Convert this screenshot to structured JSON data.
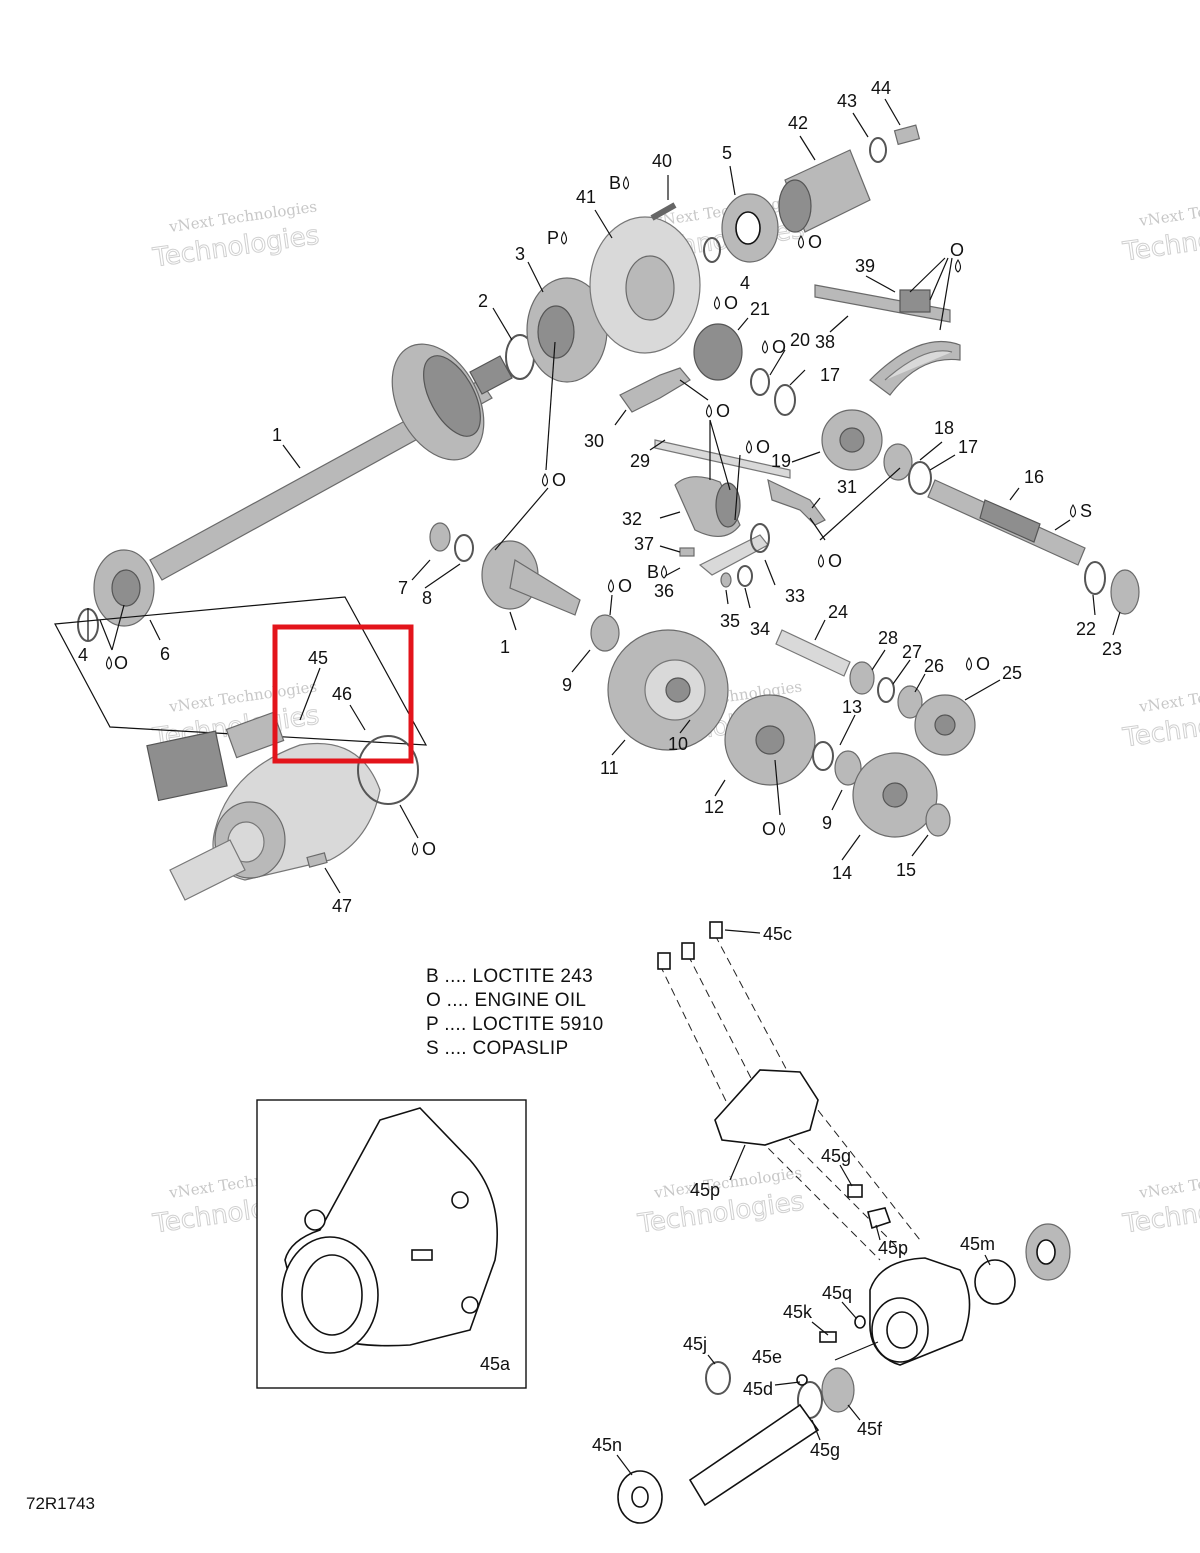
{
  "diagram": {
    "reference_code": "72R1743",
    "watermark_line1": "vNext Technologies",
    "watermark_line2": "Technologies",
    "legend": [
      "B .... LOCTITE 243",
      "O .... ENGINE OIL",
      "P .... LOCTITE 5910",
      "S .... COPASLIP"
    ],
    "callouts": {
      "c1": "1",
      "c1b": "1",
      "c2": "2",
      "c3": "3",
      "c4a": "4",
      "c4b": "4",
      "c5": "5",
      "c6": "6",
      "c7": "7",
      "c8": "8",
      "c9a": "9",
      "c9b": "9",
      "c10": "10",
      "c11": "11",
      "c12": "12",
      "c13": "13",
      "c14": "14",
      "c15": "15",
      "c16": "16",
      "c17a": "17",
      "c17b": "17",
      "c18": "18",
      "c19": "19",
      "c20": "20",
      "c21": "21",
      "c22": "22",
      "c23": "23",
      "c24": "24",
      "c25": "25",
      "c26": "26",
      "c27": "27",
      "c28": "28",
      "c29": "29",
      "c30": "30",
      "c31": "31",
      "c32": "32",
      "c33": "33",
      "c34": "34",
      "c35": "35",
      "c36": "36",
      "c37": "37",
      "c38": "38",
      "c39": "39",
      "c40": "40",
      "c41": "41",
      "c42": "42",
      "c43": "43",
      "c44": "44",
      "c45": "45",
      "c46": "46",
      "c47": "47",
      "c45a": "45a",
      "c45c": "45c",
      "c45d": "45d",
      "c45e": "45e",
      "c45f": "45f",
      "c45g1": "45g",
      "c45g2": "45g",
      "c45j": "45j",
      "c45k": "45k",
      "c45m": "45m",
      "c45n": "45n",
      "c45p1": "45p",
      "c45p2": "45p",
      "c45q": "45q"
    },
    "symbols": {
      "o1": "O",
      "o2": "O",
      "o3": "O",
      "o4": "O",
      "o5": "O",
      "o6": "O",
      "o7": "O",
      "o8": "O",
      "o9": "O",
      "o10": "O",
      "o11": "O",
      "o12": "O",
      "o13": "O",
      "o14": "O",
      "o15": "O",
      "b1": "B",
      "b2": "B",
      "p1": "P",
      "s1": "S"
    },
    "highlight_color": "#e3141b"
  }
}
